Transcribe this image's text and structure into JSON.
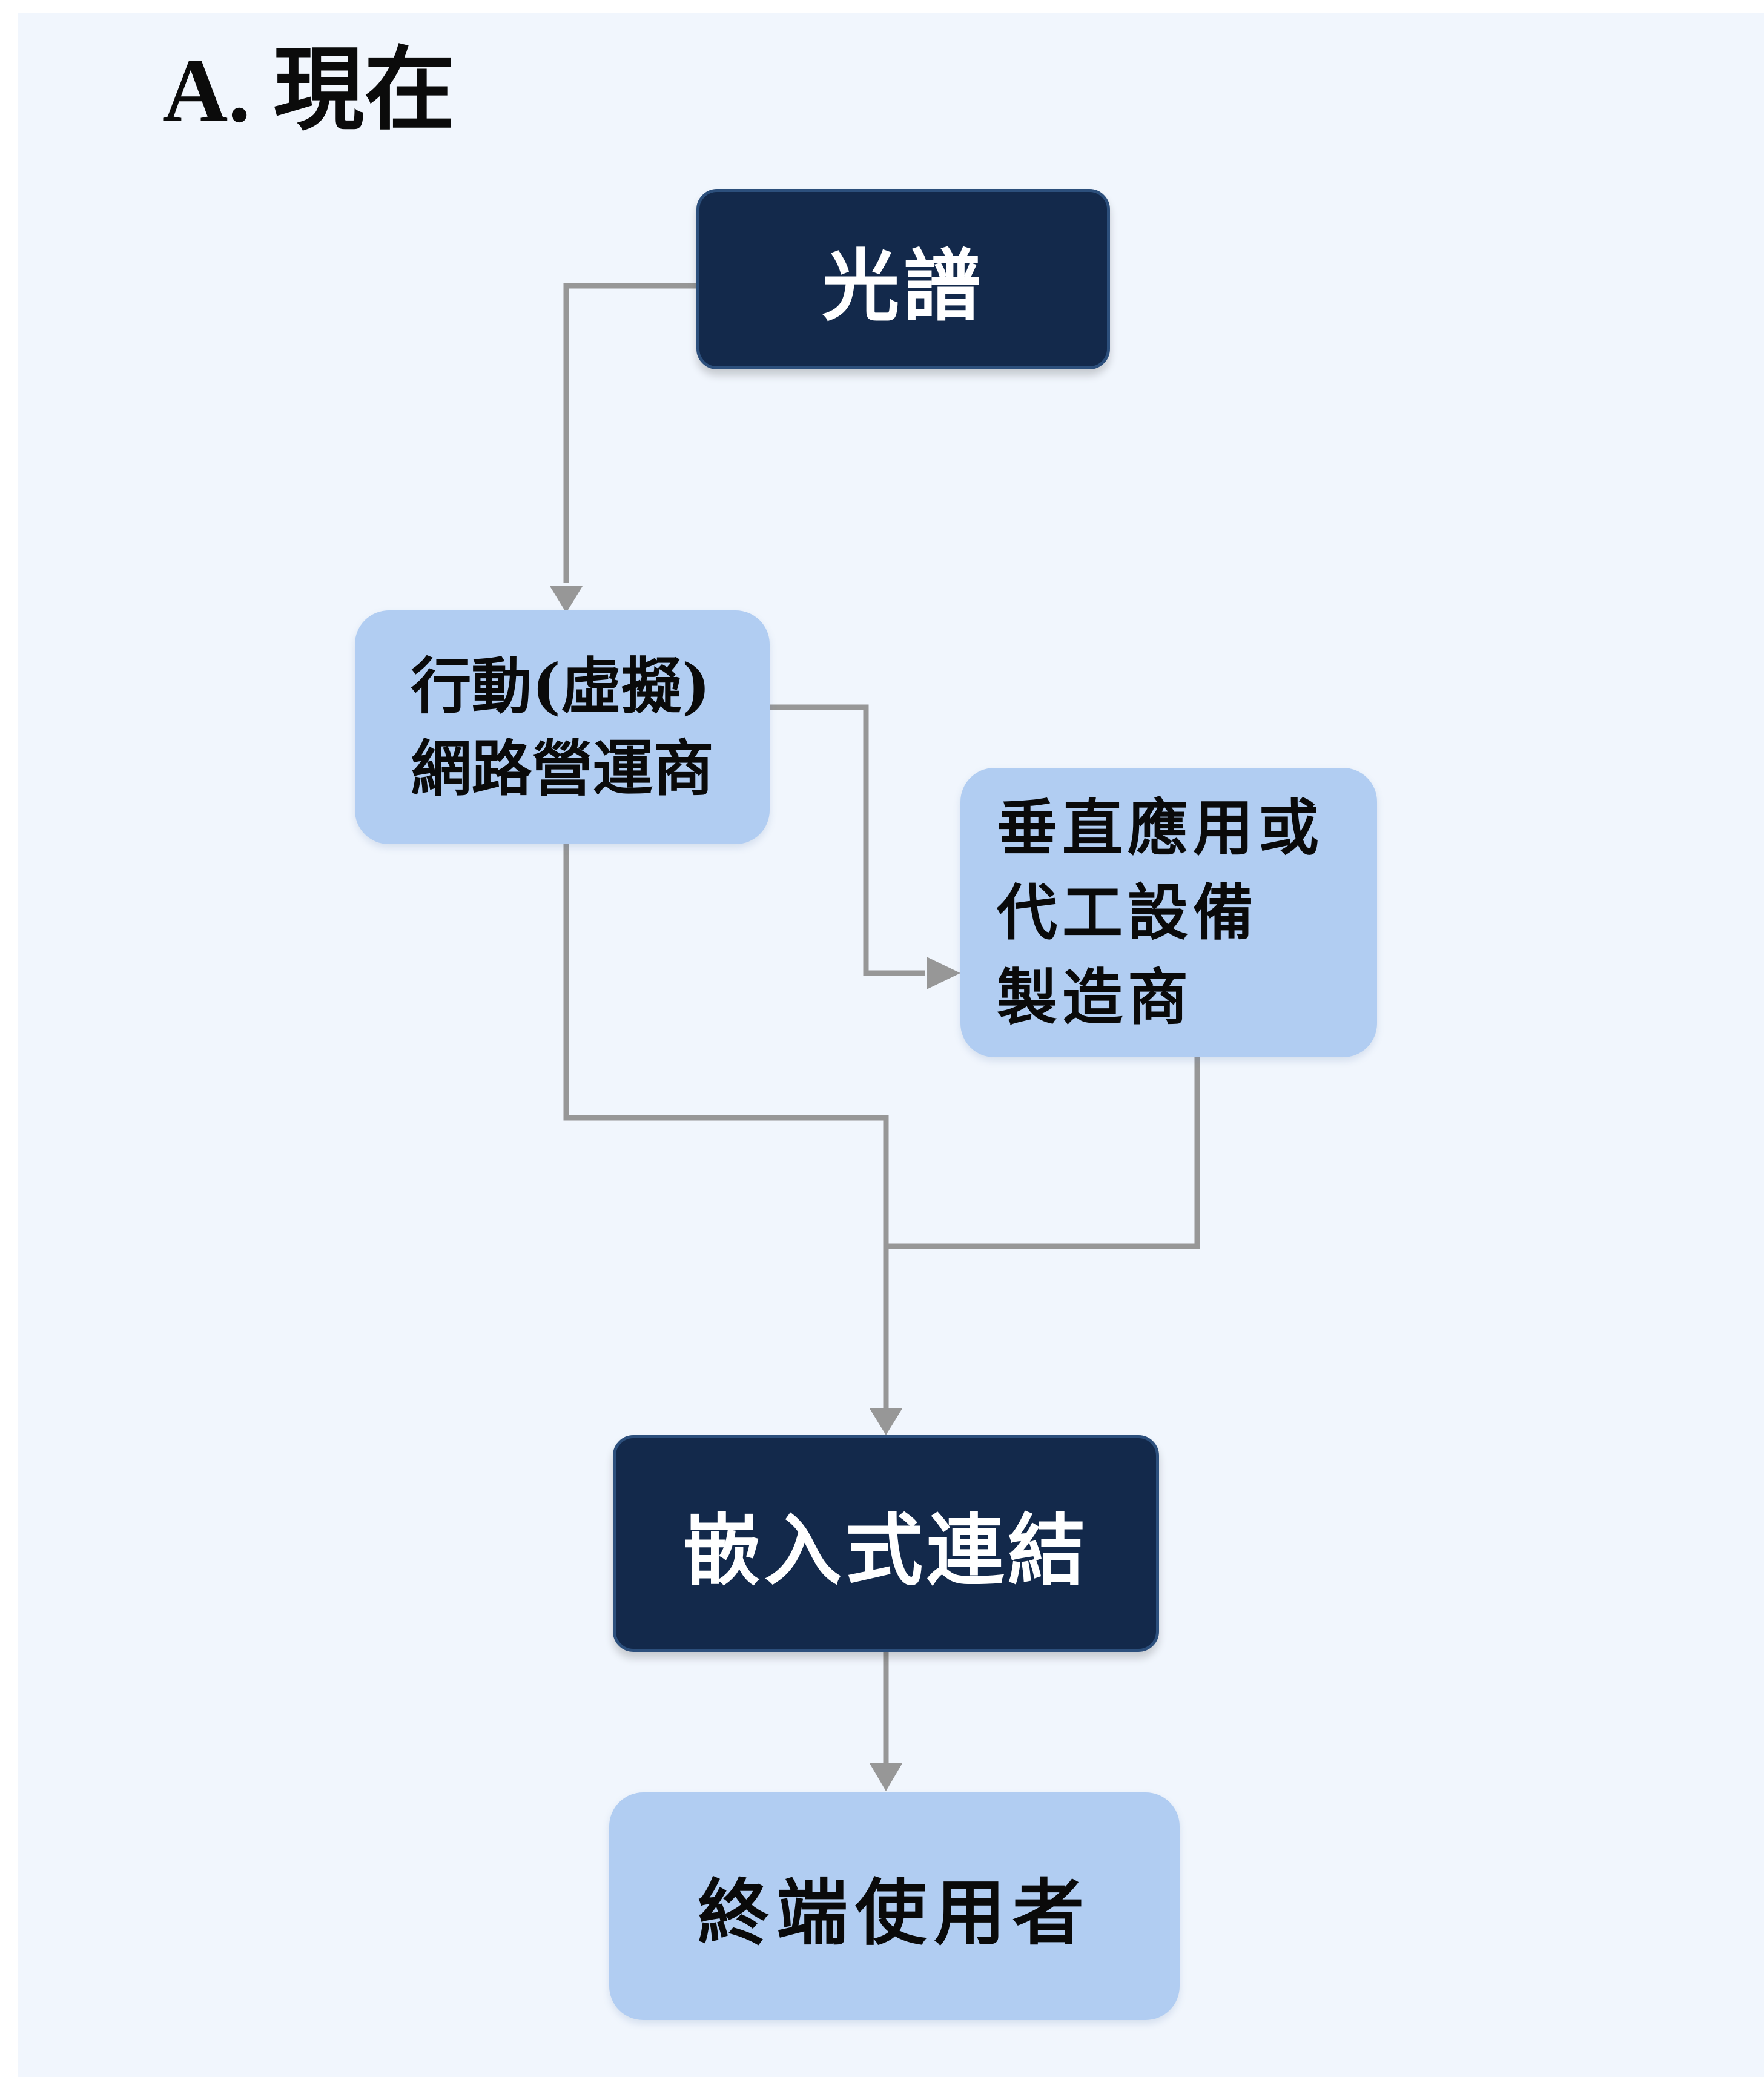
{
  "heading": "A. 現在",
  "nodes": {
    "spectrum": "光譜",
    "mobile_operator": [
      "行動(虛擬)",
      "網路營運商"
    ],
    "vertical_oem": [
      "垂直應用或",
      "代工設備",
      "製造商"
    ],
    "embedded": "嵌入式連結",
    "end_user": "終端使用者"
  },
  "colors": {
    "dark_node": "#13294b",
    "light_node": "#b1cdf2",
    "connector": "#979797",
    "background": "#f1f6fd"
  }
}
